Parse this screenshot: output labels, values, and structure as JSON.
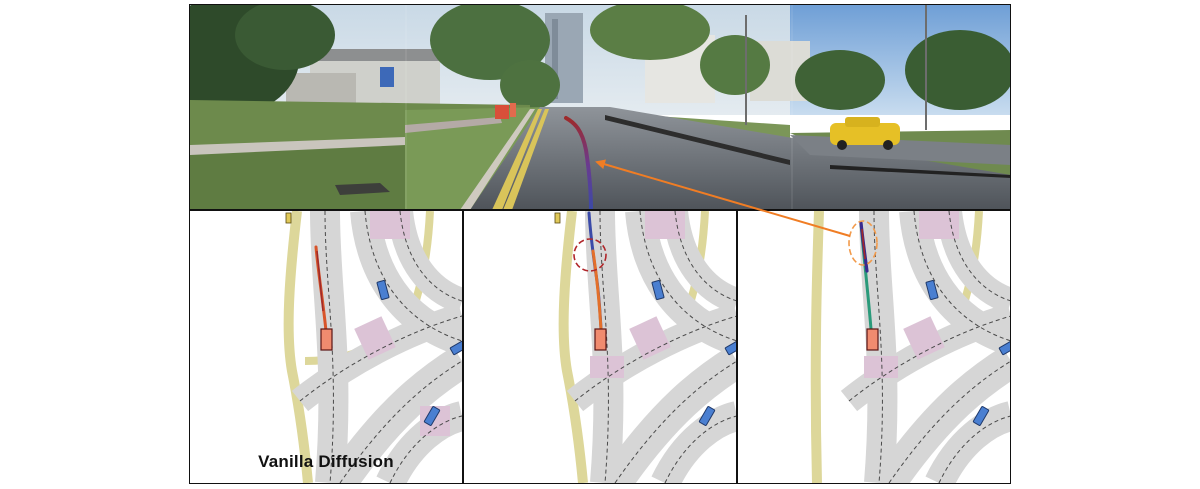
{
  "figure": {
    "caption": "Vanilla Diffusion",
    "panels": [
      "vanilla-diffusion-map",
      "guided-map",
      "refined-map"
    ]
  },
  "colors": {
    "lane_fill": "#d6d6d6",
    "sidewalk": "#ddd79a",
    "crosswalk": "#dcc3d6",
    "ego_vehicle": "#f08b6f",
    "other_vehicle": "#4a7fd1",
    "arrow": "#f07d24",
    "circle_red": "#b0262a",
    "circle_orange": "#f29a4a"
  }
}
